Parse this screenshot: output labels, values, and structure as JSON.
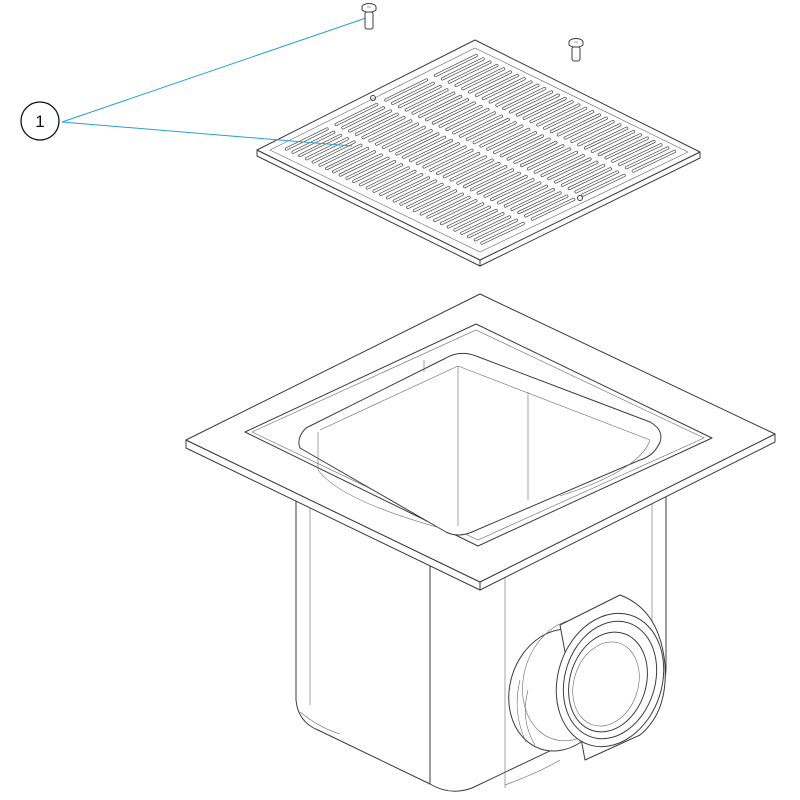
{
  "diagram": {
    "callouts": [
      {
        "label": "1"
      }
    ],
    "colors": {
      "line": "#3c3c3c",
      "leader": "#2a9fd6",
      "background": "#ffffff"
    },
    "parts": [
      {
        "name": "screw",
        "count": 2
      },
      {
        "name": "grate",
        "count": 1
      },
      {
        "name": "drain-body",
        "count": 1
      }
    ]
  }
}
